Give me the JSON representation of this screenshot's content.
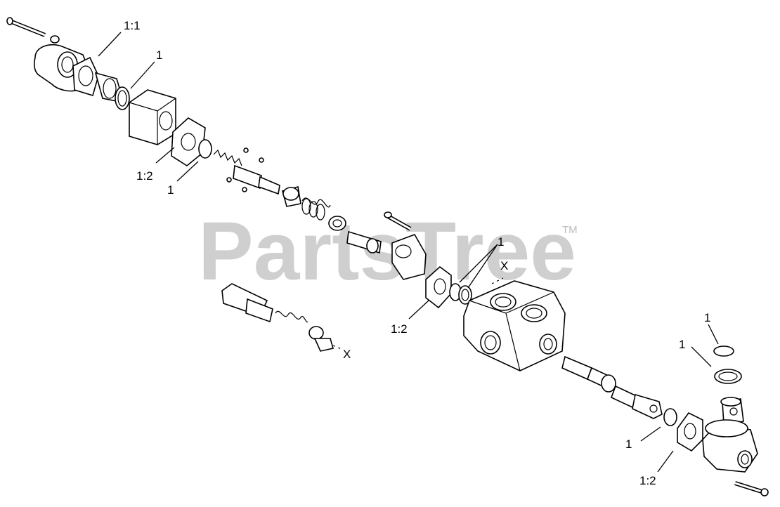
{
  "watermark": {
    "brand": "PartsTree",
    "trademark": "TM"
  },
  "callouts": [
    {
      "id": "c-1-1",
      "text": "1:1"
    },
    {
      "id": "c-1-a",
      "text": "1"
    },
    {
      "id": "c-1-2-a",
      "text": "1:2"
    },
    {
      "id": "c-1-b",
      "text": "1"
    },
    {
      "id": "c-1-c",
      "text": "1"
    },
    {
      "id": "c-x-a",
      "text": "X"
    },
    {
      "id": "c-1-2-b",
      "text": "1:2"
    },
    {
      "id": "c-x-b",
      "text": "X"
    },
    {
      "id": "c-1-d",
      "text": "1"
    },
    {
      "id": "c-1-e",
      "text": "1"
    },
    {
      "id": "c-1-f",
      "text": "1"
    },
    {
      "id": "c-1-2-c",
      "text": "1:2"
    }
  ]
}
